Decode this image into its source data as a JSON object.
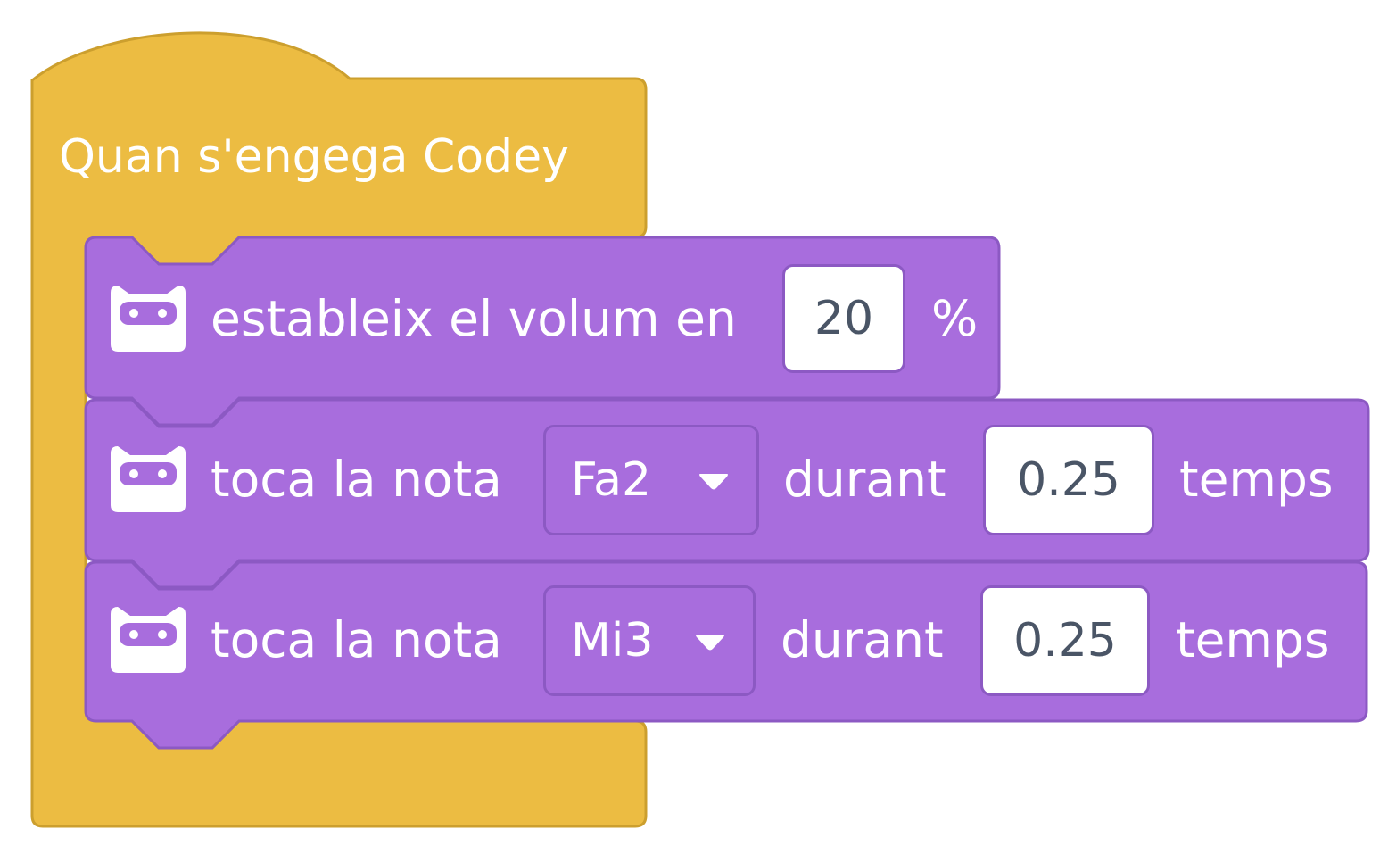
{
  "colors": {
    "event_fill": "#ecbc42",
    "event_stroke": "#cc9f2e",
    "block_fill": "#a86ddd",
    "block_stroke": "#8c59c3",
    "field_fill": "#ffffff",
    "field_text": "#4a5566",
    "label_text": "#ffffff"
  },
  "hat_block": {
    "label": "Quan s'engega Codey"
  },
  "blocks": [
    {
      "icon": "codey-robot-icon",
      "label": "estableix el volum en",
      "value": "20",
      "suffix": "%"
    },
    {
      "icon": "codey-robot-icon",
      "label": "toca la nota",
      "note": "Fa2",
      "mid_label": "durant",
      "value": "0.25",
      "suffix": "temps"
    },
    {
      "icon": "codey-robot-icon",
      "label": "toca la nota",
      "note": "Mi3",
      "mid_label": "durant",
      "value": "0.25",
      "suffix": "temps"
    }
  ]
}
